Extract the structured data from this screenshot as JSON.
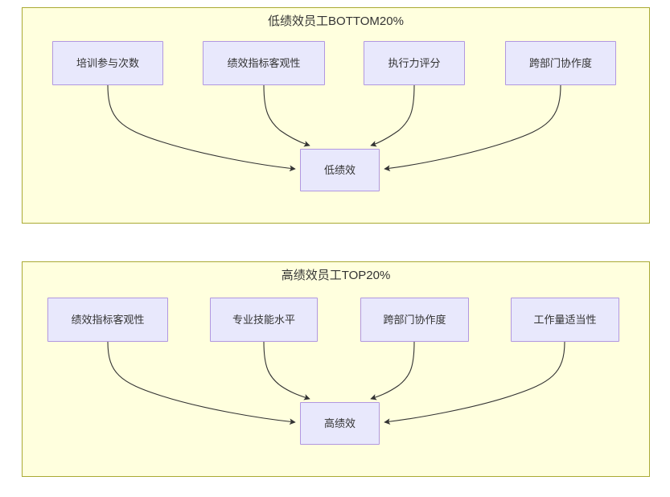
{
  "diagram": {
    "type": "flowchart",
    "title_visible": false,
    "colors": {
      "subgraph_background": "#ffffde",
      "subgraph_border": "#aaaa33",
      "node_background": "#e8e8fc",
      "node_border": "#b197e0",
      "edge_stroke": "#333333",
      "text": "#333333",
      "page_background": "#ffffff"
    },
    "subgraphs": [
      {
        "id": "bottom20",
        "title": "低绩效员工BOTTOM20%",
        "source_nodes": [
          {
            "id": "b1",
            "label": "培训参与次数"
          },
          {
            "id": "b2",
            "label": "绩效指标客观性"
          },
          {
            "id": "b3",
            "label": "执行力评分"
          },
          {
            "id": "b4",
            "label": "跨部门协作度"
          }
        ],
        "target_node": {
          "id": "bt",
          "label": "低绩效"
        },
        "edges": [
          {
            "from": "b1",
            "to": "bt"
          },
          {
            "from": "b2",
            "to": "bt"
          },
          {
            "from": "b3",
            "to": "bt"
          },
          {
            "from": "b4",
            "to": "bt"
          }
        ]
      },
      {
        "id": "top20",
        "title": "高绩效员工TOP20%",
        "source_nodes": [
          {
            "id": "t1",
            "label": "绩效指标客观性"
          },
          {
            "id": "t2",
            "label": "专业技能水平"
          },
          {
            "id": "t3",
            "label": "跨部门协作度"
          },
          {
            "id": "t4",
            "label": "工作量适当性"
          }
        ],
        "target_node": {
          "id": "tt",
          "label": "高绩效"
        },
        "edges": [
          {
            "from": "t1",
            "to": "tt"
          },
          {
            "from": "t2",
            "to": "tt"
          },
          {
            "from": "t3",
            "to": "tt"
          },
          {
            "from": "t4",
            "to": "tt"
          }
        ]
      }
    ]
  }
}
